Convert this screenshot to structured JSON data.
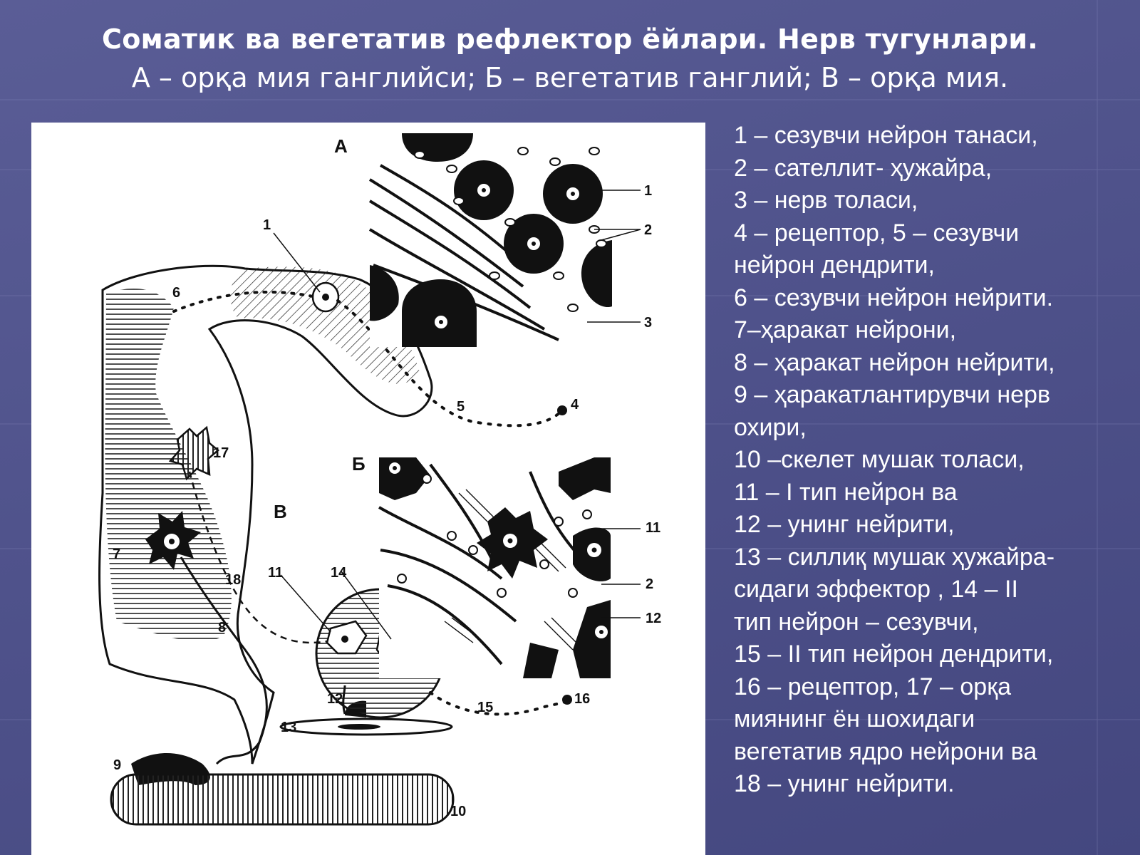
{
  "header": {
    "title": "Соматик ва вегетатив рефлектор ёйлари. Нерв тугунлари.",
    "subtitle": "А – орқа мия ганглийси; Б – вегетатив ганглий; В – орқа мия."
  },
  "figure": {
    "section_labels": [
      "А",
      "Б",
      "В"
    ],
    "number_labels": [
      "1",
      "2",
      "3",
      "4",
      "5",
      "6",
      "7",
      "8",
      "9",
      "10",
      "11",
      "12",
      "13",
      "14",
      "15",
      "16",
      "17",
      "18"
    ]
  },
  "legend": [
    "1 – сезувчи нейрон танаси,",
    "2 – сателлит- ҳужайра,",
    "3 – нерв толаси,",
    "4 – рецептор, 5 – сезувчи",
    "нейрон дендрити,",
    "6 – сезувчи нейрон нейрити.",
    "7–ҳаракат нейрони,",
    "8 – ҳаракат нейрон нейрити,",
    "9 – ҳаракатлантирувчи нерв",
    "охири,",
    "10 –скелет мушак толаси,",
    "11 – I тип нейрон ва",
    "12 – унинг нейрити,",
    "13 – силлиқ мушак ҳужайра-",
    "сидаги эффектор , 14 – II",
    "тип нейрон – сезувчи,",
    "15 – II тип нейрон дендрити,",
    "16 – рецептор, 17 – орқа",
    "миянинг ён шохидаги",
    "вегетатив ядро нейрони ва",
    "18 – унинг нейрити."
  ]
}
